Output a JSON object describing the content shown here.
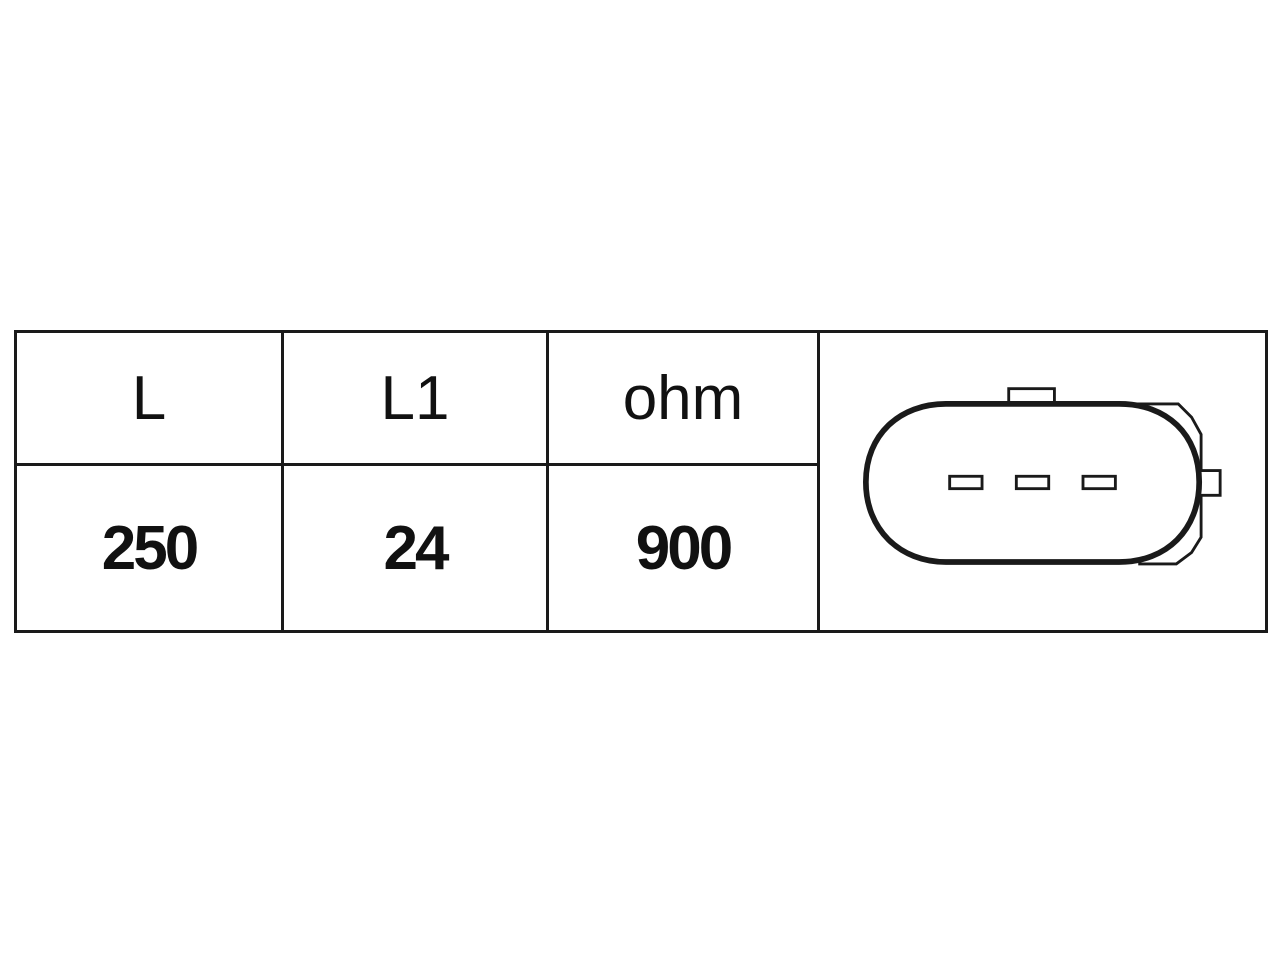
{
  "table": {
    "headers": [
      "L",
      "L1",
      "ohm"
    ],
    "values": [
      "250",
      "24",
      "900"
    ]
  },
  "connector": {
    "icon": "three-pin-connector-icon",
    "pin_count": 3
  }
}
